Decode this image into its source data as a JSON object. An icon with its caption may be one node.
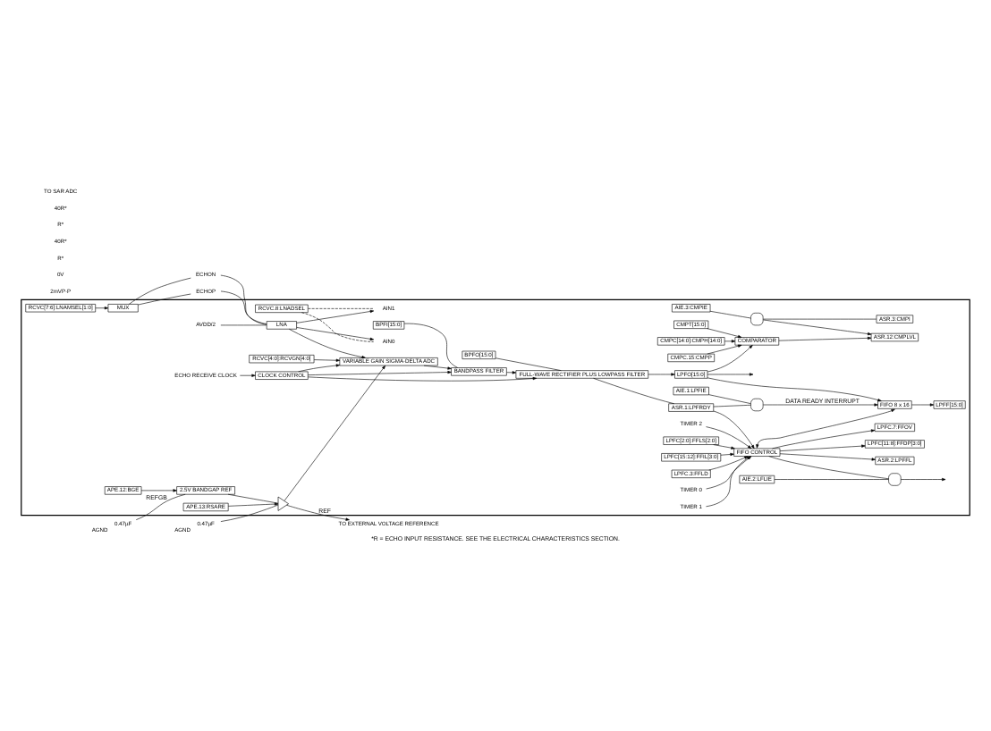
{
  "diagram": {
    "caption": "*R = ECHO INPUT RESISTANCE. SEE THE ELECTRICAL CHARACTERISTICS SECTION.",
    "nodes": [
      {
        "text": [],
        "shape": "box"
      },
      {
        "text": [
          "TO EXTERNAL VOLTAGE REFERENCE"
        ]
      },
      {
        "text": [
          "0.47µF"
        ],
        "beside": [
          "AGND"
        ]
      },
      {
        "text": [
          "0.47µF"
        ],
        "beside": [
          "AGND"
        ]
      },
      {
        "text": [
          "2.5V BANDGAP REF"
        ],
        "in": 0
      },
      {
        "text": [
          "APE.12:BGE"
        ],
        "in": 0
      },
      {
        "text": [
          "APE.13:RSARE"
        ],
        "in": 0
      },
      {
        "text": [],
        "shape": "triangle",
        "in": 0
      },
      {
        "text": [
          "MUX"
        ],
        "in": 0
      },
      {
        "text": [
          "RCVC[7:6]:LNAMSEL[1:0]"
        ],
        "in": 0
      },
      {
        "text": [
          "RCVC[4:0]:RCVGN[4:0]"
        ],
        "in": 0
      },
      {
        "text": [
          "ECHOP"
        ]
      },
      {
        "text": [
          "ECHON"
        ]
      },
      {
        "text": [
          "AVDD/2"
        ],
        "in": 0
      },
      {
        "text": [
          "LNA"
        ],
        "in": 0
      },
      {
        "text": [
          "VARIABLE GAIN SIGMA-DELTA ADC"
        ],
        "in": 0
      },
      {
        "text": [
          "BPFI[15:0]"
        ],
        "in": 0
      },
      {
        "text": [
          "BANDPASS FILTER"
        ],
        "in": 0
      },
      {
        "text": [
          "BPFO[15:0]"
        ],
        "in": 0
      },
      {
        "text": [
          "FULL-WAVE RECTIFIER PLUS LOWPASS FILTER"
        ],
        "in": 0
      },
      {
        "text": [
          "LPFO[15:0]"
        ],
        "in": 0
      },
      {
        "text": [
          "COMPARATOR"
        ],
        "in": 0
      },
      {
        "text": [
          "CMPC.15:CMPP"
        ],
        "in": 0
      },
      {
        "text": [
          "CMPT[15:0]"
        ],
        "in": 0
      },
      {
        "text": [
          "CMPC[14:0]:CMPH[14:0]"
        ],
        "in": 0
      },
      {
        "text": [
          "ASR.12:CMPLVL"
        ],
        "in": 0
      },
      {
        "text": [],
        "shape": "gate",
        "in": 0
      },
      {
        "text": [
          "AIE.3:CMPIE"
        ],
        "in": 0
      },
      {
        "text": [
          "ASR.3:CMPI"
        ],
        "in": 0
      },
      {
        "text": [
          "ECHO RECEIVE CLOCK"
        ],
        "in": 0
      },
      {
        "text": [
          "CLOCK CONTROL"
        ],
        "in": 0
      },
      {
        "text": [
          "RCVC.8:LNADSEL"
        ],
        "in": 0
      },
      {
        "text": [
          "AIN0"
        ],
        "in": 0
      },
      {
        "text": [
          "AIN1"
        ],
        "in": 0
      },
      {
        "text": [
          "AIE.1:LPFIE"
        ],
        "in": 0
      },
      {
        "text": [],
        "shape": "gate",
        "in": 0
      },
      {
        "text": [
          "ASR.1:LPFRDY"
        ],
        "in": 0
      },
      {
        "text": [
          "FIFO 8 x 16"
        ],
        "in": 0
      },
      {
        "text": [
          "LPFF[15:0]"
        ],
        "in": 0
      },
      {
        "text": [
          "LPFC.3:FFLD"
        ],
        "in": 0
      },
      {
        "text": [
          "FIFO CONTROL"
        ],
        "in": 0
      },
      {
        "text": [
          "TIMER 0"
        ],
        "in": 0
      },
      {
        "text": [
          "TIMER 1"
        ],
        "in": 0
      },
      {
        "text": [
          "TIMER 2"
        ],
        "in": 0
      },
      {
        "text": [
          "LPFC[2:0]:FFLS[2:0]"
        ],
        "in": 0
      },
      {
        "text": [
          "LPFC[15:12]:FFIL[3:0]"
        ],
        "in": 0
      },
      {
        "text": [
          "LPFC[11:8]:FFDP[3:0]"
        ],
        "in": 0
      },
      {
        "text": [
          "LPFC.7:FFOV"
        ],
        "in": 0
      },
      {
        "text": [
          "ASR.2:LPFFL"
        ],
        "in": 0
      },
      {
        "text": [],
        "shape": "gate",
        "in": 0
      },
      {
        "text": [
          "AIE.2:LFLIE"
        ],
        "in": 0
      }
    ],
    "edges": [
      {
        "from": 7,
        "to": 1,
        "arrow": "to",
        "label": "REF"
      },
      {
        "from": 3,
        "to": 7,
        "arrow": "none"
      },
      {
        "from": 2,
        "to": 4,
        "arrow": "none",
        "label": "REFGB"
      },
      {
        "from": 5,
        "to": 4,
        "arrow": "to"
      },
      {
        "from": 4,
        "to": 7,
        "arrow": "none"
      },
      {
        "from": 6,
        "to": 7,
        "arrow": "to"
      },
      {
        "from": 7,
        "to": 15,
        "arrow": "to"
      },
      {
        "from": 9,
        "to": 8,
        "arrow": "to"
      },
      {
        "from": 8,
        "to": 11,
        "arrow": "none"
      },
      {
        "from": 8,
        "to": 12,
        "arrow": "none"
      },
      {
        "from": 11,
        "to": 14,
        "arrow": "none"
      },
      {
        "from": 12,
        "to": 14,
        "arrow": "none"
      },
      {
        "from": 13,
        "to": 14,
        "arrow": "none"
      },
      {
        "from": 14,
        "to": 15,
        "arrow": "to"
      },
      {
        "from": 14,
        "to": 32,
        "arrow": "to"
      },
      {
        "from": 14,
        "to": 33,
        "arrow": "to"
      },
      {
        "from": 31,
        "to": 32,
        "arrow": "none",
        "style": "dashed"
      },
      {
        "from": 31,
        "to": 33,
        "arrow": "none",
        "style": "dashed"
      },
      {
        "from": 10,
        "to": 15,
        "arrow": "to"
      },
      {
        "from": 15,
        "to": 17,
        "arrow": "to"
      },
      {
        "from": 16,
        "to": 17,
        "arrow": "none"
      },
      {
        "from": 17,
        "to": 19,
        "arrow": "to"
      },
      {
        "from": 18,
        "to": 19,
        "arrow": "none"
      },
      {
        "from": 19,
        "to": 20,
        "arrow": "to"
      },
      {
        "from": 20,
        "to": 21,
        "arrow": "to"
      },
      {
        "from": 20,
        "to": null,
        "arrow": "to"
      },
      {
        "from": 20,
        "to": 37,
        "arrow": "to"
      },
      {
        "from": 22,
        "to": 21,
        "arrow": "to"
      },
      {
        "from": 23,
        "to": 21,
        "arrow": "to"
      },
      {
        "from": 24,
        "to": 21,
        "arrow": "to"
      },
      {
        "from": 21,
        "to": 25,
        "arrow": "to"
      },
      {
        "from": 26,
        "to": 25,
        "arrow": "to"
      },
      {
        "from": 27,
        "to": 26,
        "arrow": "none"
      },
      {
        "from": 26,
        "to": 28,
        "arrow": "none"
      },
      {
        "from": 29,
        "to": 30,
        "arrow": "to"
      },
      {
        "from": 30,
        "to": 15,
        "arrow": "to"
      },
      {
        "from": 30,
        "to": 17,
        "arrow": "to"
      },
      {
        "from": 30,
        "to": 19,
        "arrow": "to"
      },
      {
        "from": 19,
        "to": 36,
        "arrow": "none"
      },
      {
        "from": 34,
        "to": 35,
        "arrow": "none"
      },
      {
        "from": 36,
        "to": 35,
        "arrow": "none"
      },
      {
        "from": 35,
        "to": 37,
        "arrow": "to",
        "label": "DATA READY INTERRUPT"
      },
      {
        "from": 36,
        "to": 40,
        "arrow": "to"
      },
      {
        "from": 39,
        "to": 40,
        "arrow": "to"
      },
      {
        "from": 40,
        "to": 37,
        "arrow": "both"
      },
      {
        "from": 37,
        "to": 38,
        "arrow": "to"
      },
      {
        "from": 41,
        "to": 40,
        "arrow": "to"
      },
      {
        "from": 42,
        "to": 40,
        "arrow": "to"
      },
      {
        "from": 43,
        "to": 40,
        "arrow": "to"
      },
      {
        "from": 44,
        "to": 40,
        "arrow": "to"
      },
      {
        "from": 45,
        "to": 40,
        "arrow": "to"
      },
      {
        "from": 40,
        "to": 46,
        "arrow": "to"
      },
      {
        "from": 40,
        "to": 47,
        "arrow": "to"
      },
      {
        "from": 40,
        "to": 48,
        "arrow": "to"
      },
      {
        "from": 40,
        "to": 49,
        "arrow": "none"
      },
      {
        "from": 50,
        "to": 49,
        "arrow": "none"
      },
      {
        "from": 49,
        "to": null,
        "arrow": "to"
      }
    ],
    "labels": [
      "2mVP-P",
      "0V",
      "R*",
      "40R*",
      "R*",
      "40R*",
      "TO SAR ADC"
    ]
  }
}
